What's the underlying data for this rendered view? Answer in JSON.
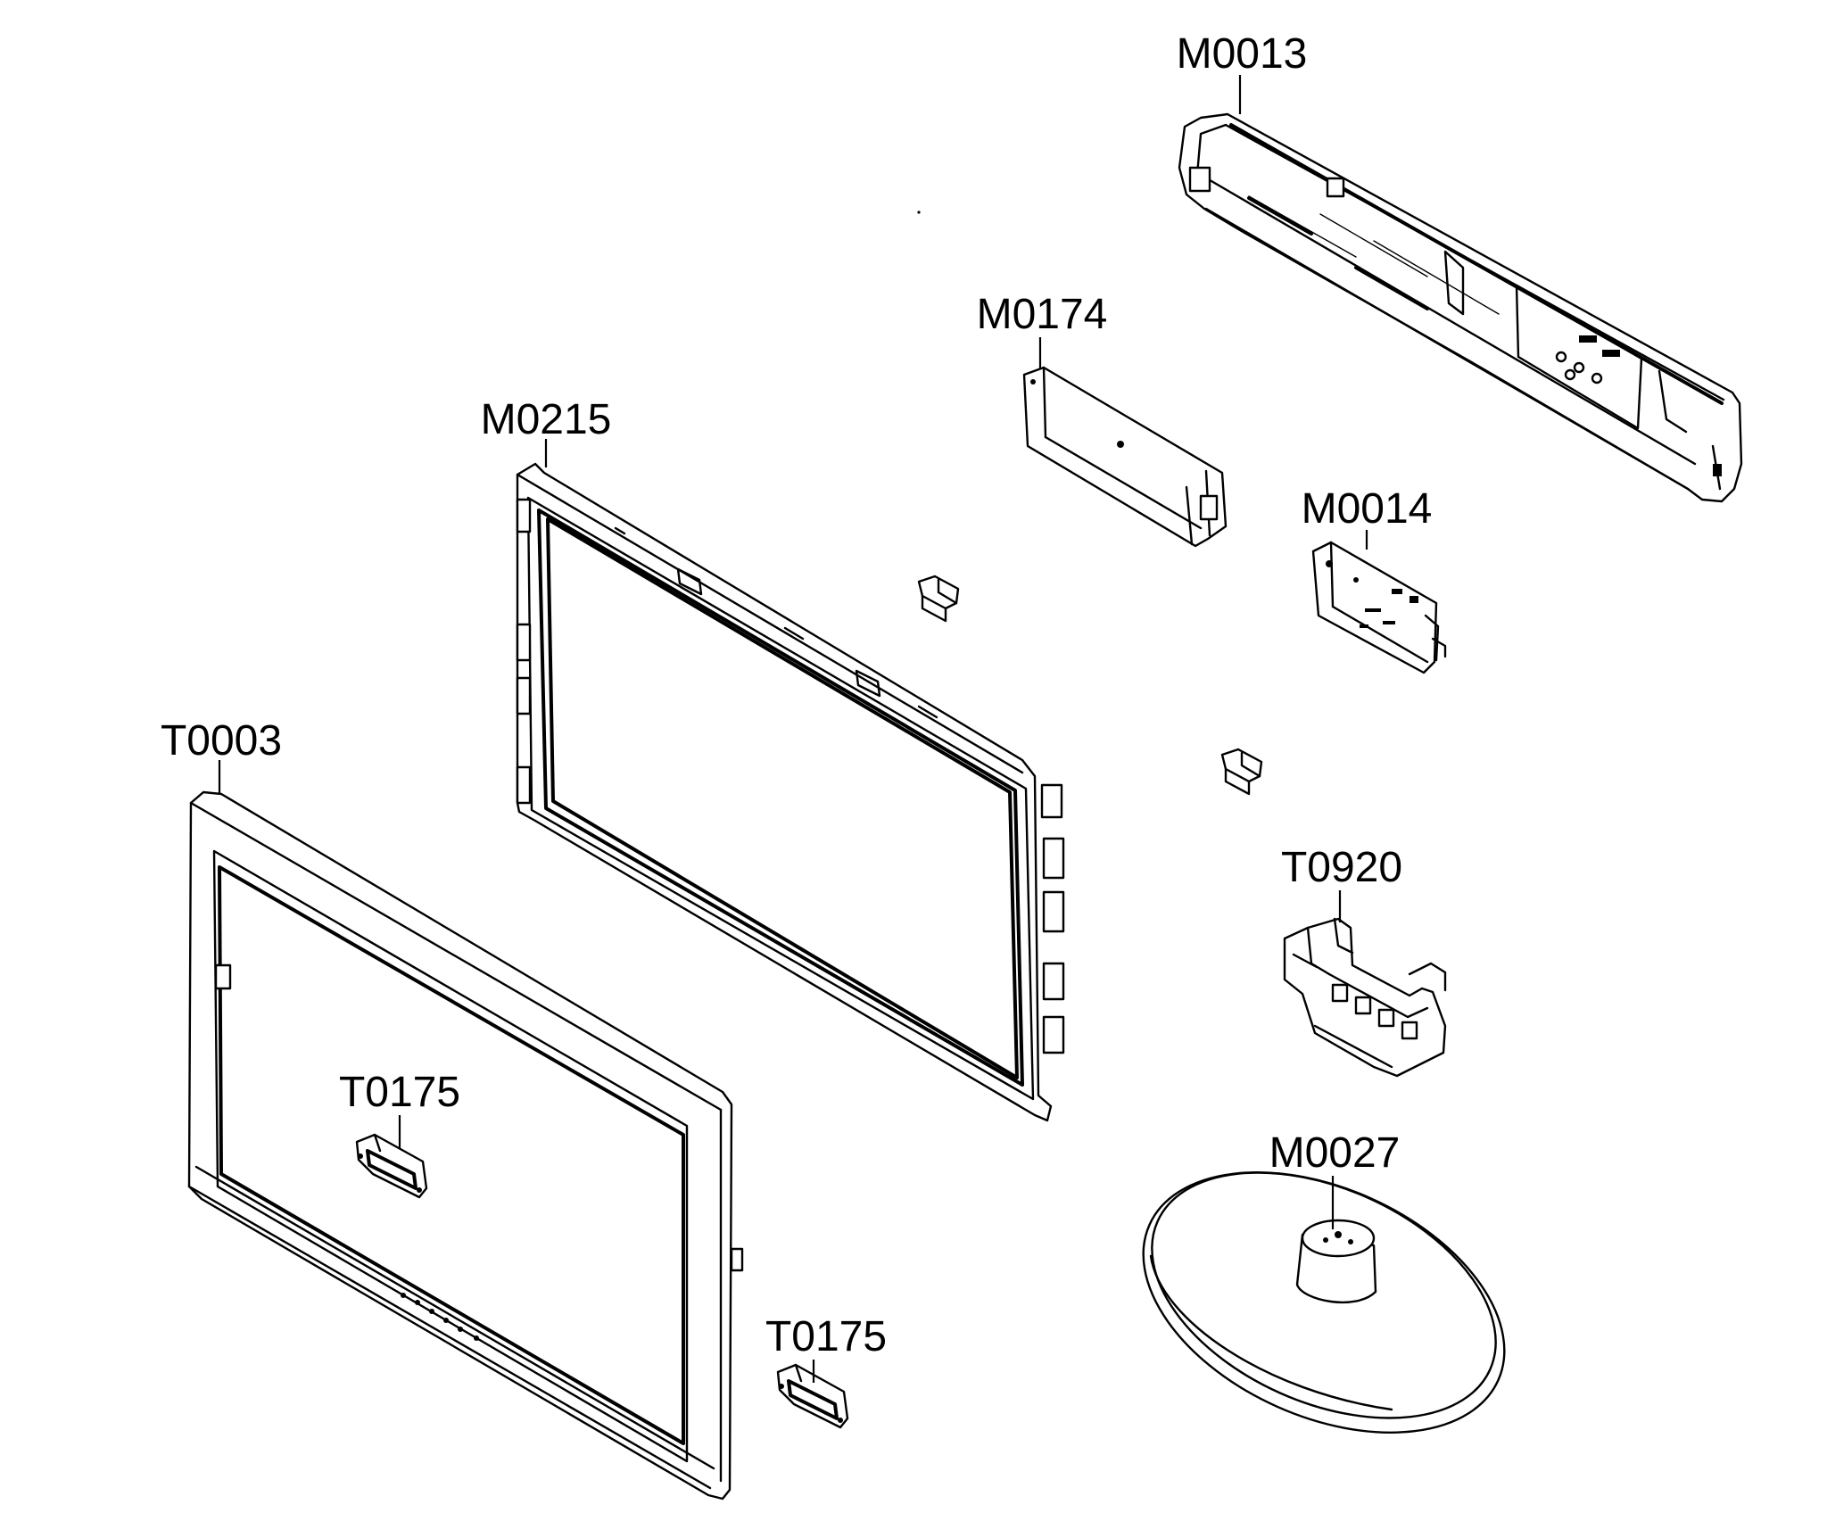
{
  "diagram": {
    "type": "exploded-parts-view",
    "parts": [
      {
        "id": "M0013",
        "label": "M0013",
        "shape": "rear-cover-top"
      },
      {
        "id": "M0174",
        "label": "M0174",
        "shape": "pcb-board"
      },
      {
        "id": "M0215",
        "label": "M0215",
        "shape": "panel-frame"
      },
      {
        "id": "M0014",
        "label": "M0014",
        "shape": "pcb-board-small"
      },
      {
        "id": "T0003",
        "label": "T0003",
        "shape": "front-bezel"
      },
      {
        "id": "T0920",
        "label": "T0920",
        "shape": "stand-bracket"
      },
      {
        "id": "T0175a",
        "label": "T0175",
        "shape": "speaker"
      },
      {
        "id": "T0175b",
        "label": "T0175",
        "shape": "speaker"
      },
      {
        "id": "M0027",
        "label": "M0027",
        "shape": "stand-base"
      }
    ],
    "colors": {
      "line": "#000000",
      "background": "#ffffff"
    }
  }
}
